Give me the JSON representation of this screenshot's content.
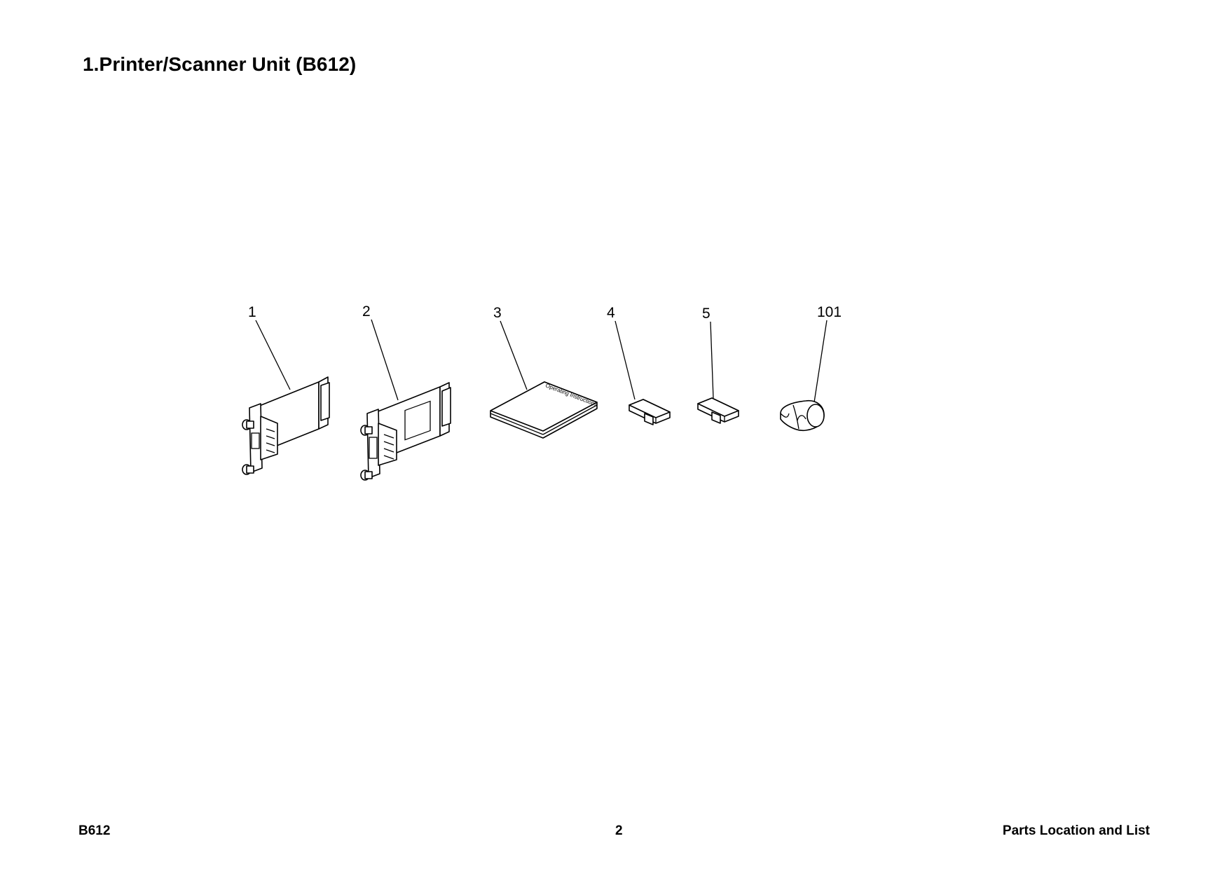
{
  "page": {
    "title": "1.Printer/Scanner Unit (B612)"
  },
  "diagram": {
    "callouts": [
      "1",
      "2",
      "3",
      "4",
      "5",
      "101"
    ],
    "manual_cover_text": "Operating Instructions"
  },
  "footer": {
    "model": "B612",
    "page_number": "2",
    "section": "Parts Location and List"
  }
}
